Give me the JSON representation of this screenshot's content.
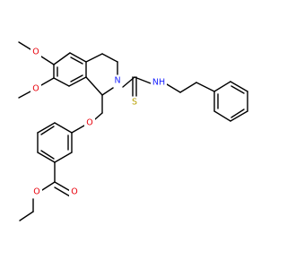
{
  "colors": {
    "background": "#ffffff",
    "bond": "#000000",
    "oxygen": "#e8000b",
    "nitrogen": "#1a23ff",
    "sulfur": "#b8a000",
    "carbon": "#000000"
  },
  "atoms": {
    "o_methoxy_top": "O",
    "o_methoxy_bottom": "O",
    "n_ring": "N",
    "s_thio": "S",
    "nh": "NH",
    "o_ether": "O",
    "o_ester_carbonyl": "O",
    "o_ester_single": "O"
  }
}
